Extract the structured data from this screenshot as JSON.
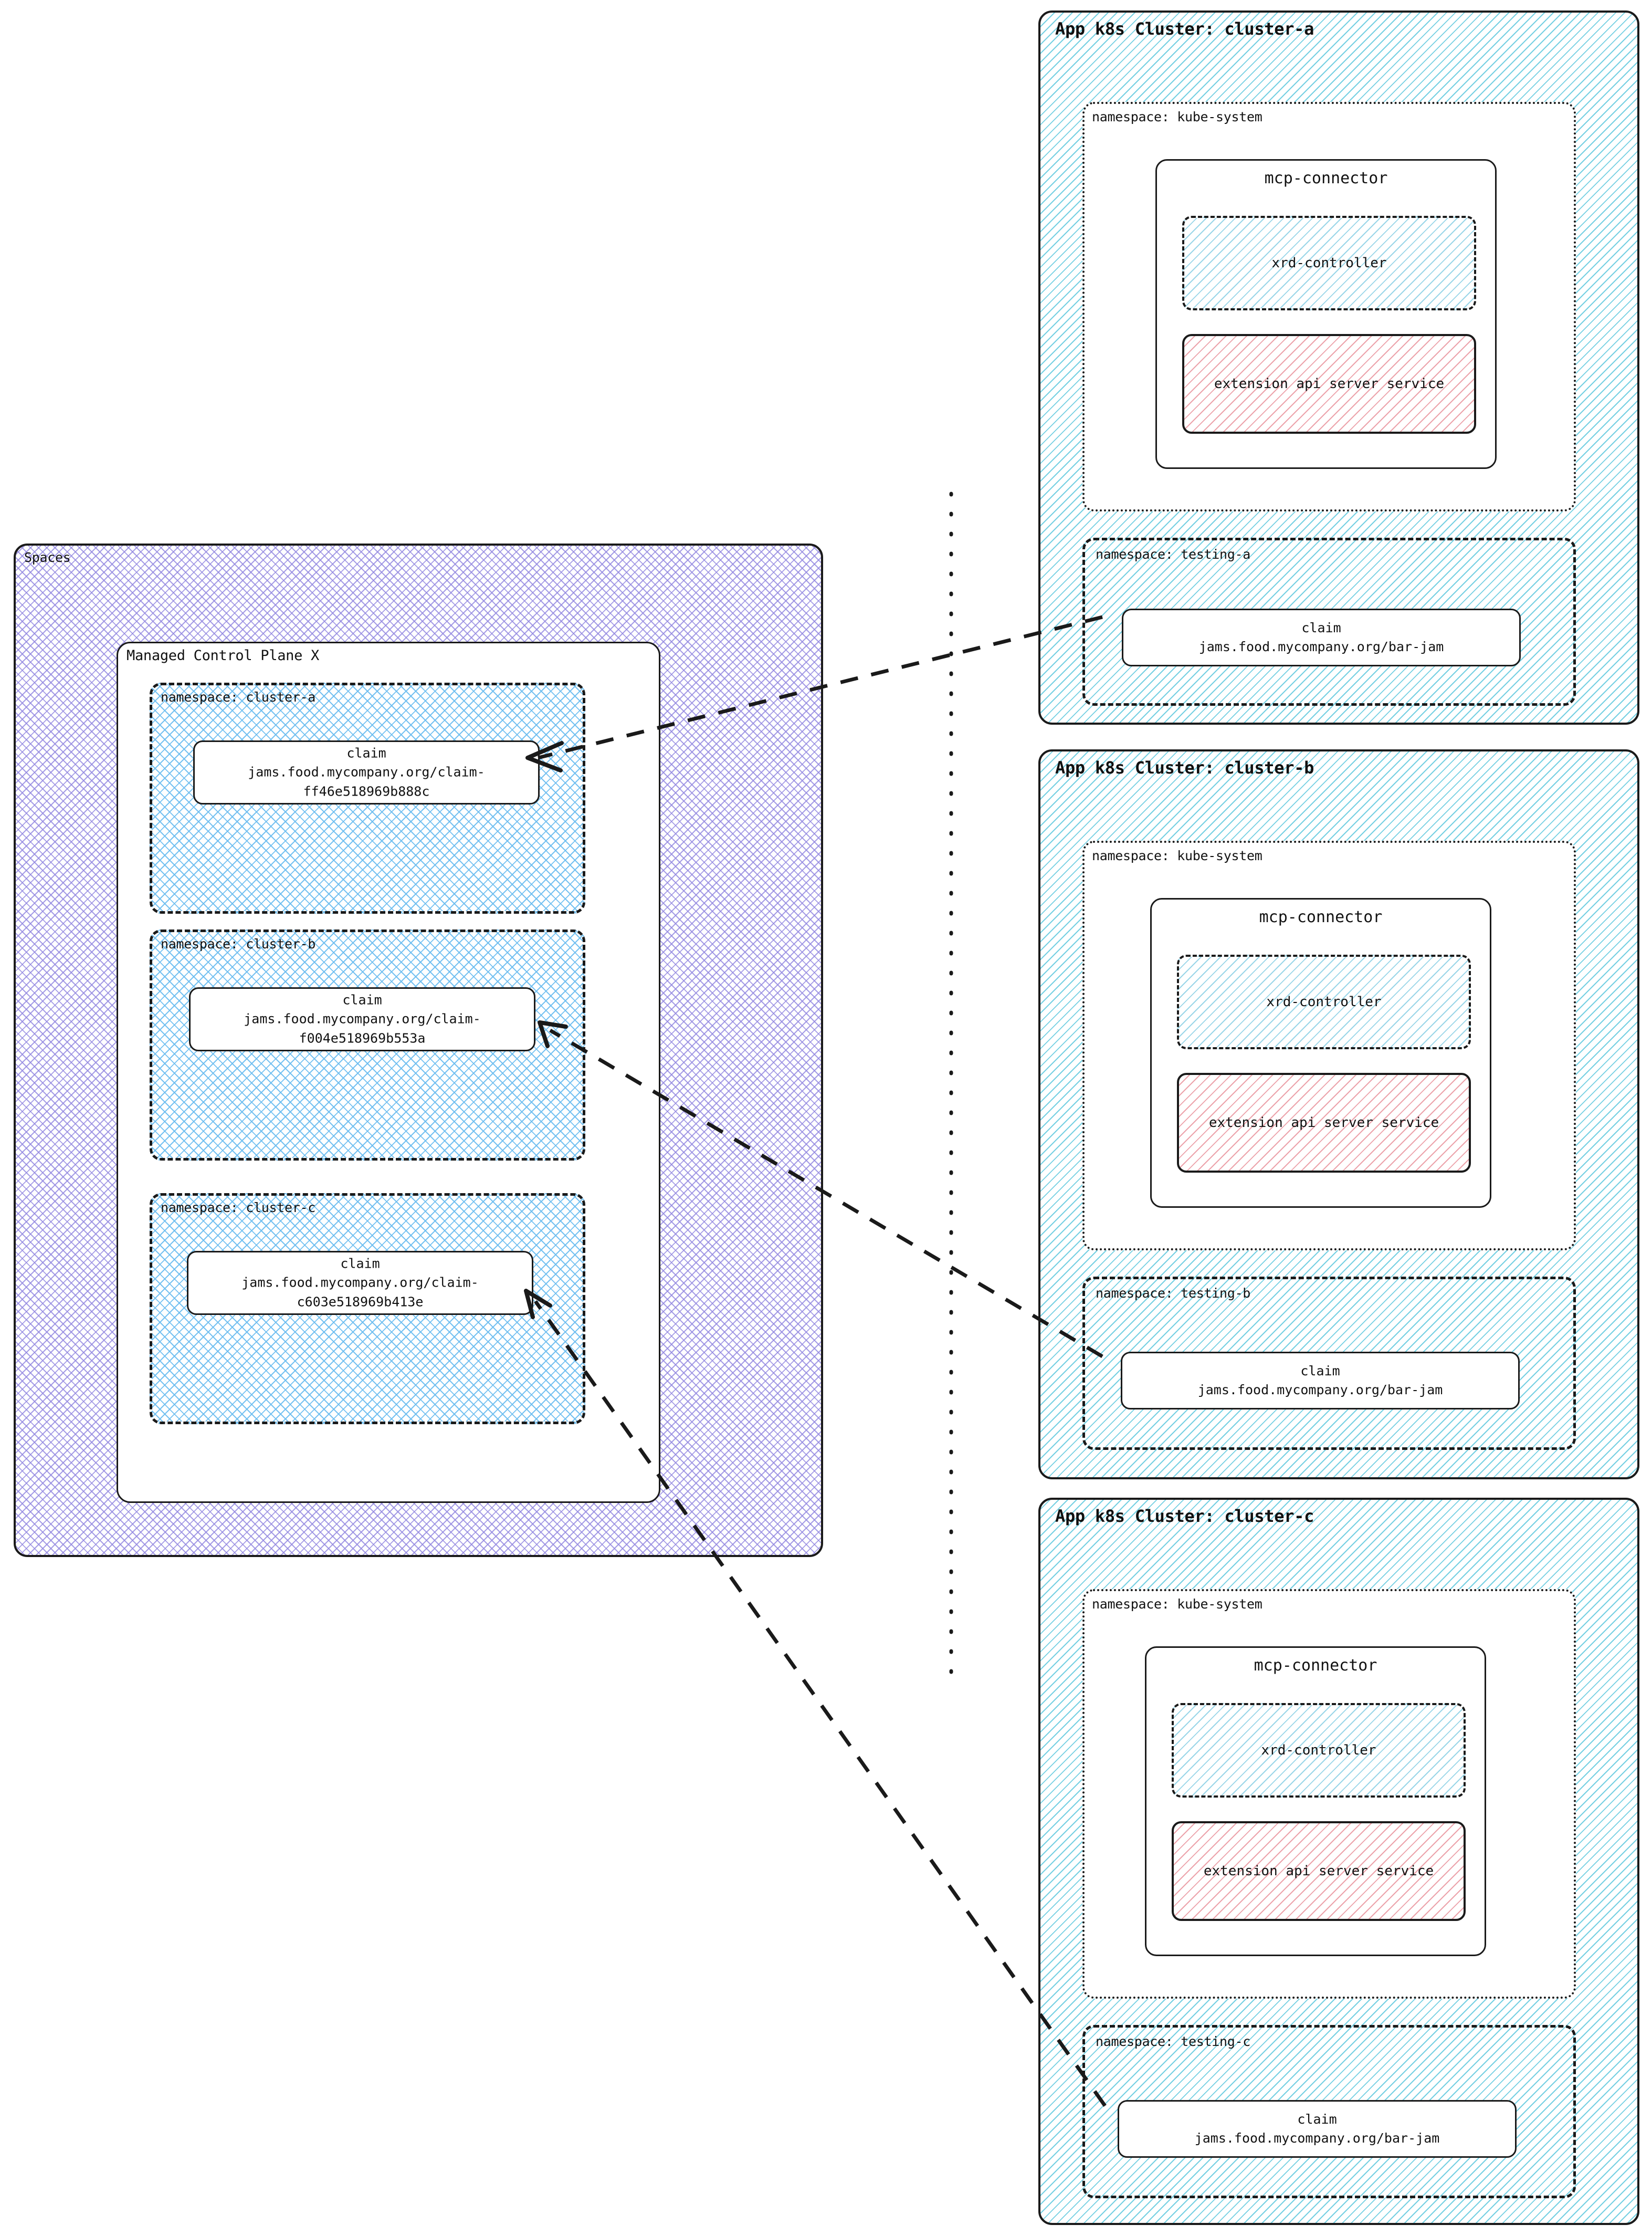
{
  "spaces": {
    "label": "Spaces",
    "control_plane": {
      "label": "Managed Control Plane X",
      "namespaces": [
        {
          "label": "namespace: cluster-a",
          "claim": {
            "kind": "claim",
            "ref": "jams.food.mycompany.org/claim-ff46e518969b888c"
          }
        },
        {
          "label": "namespace: cluster-b",
          "claim": {
            "kind": "claim",
            "ref": "jams.food.mycompany.org/claim-f004e518969b553a"
          }
        },
        {
          "label": "namespace: cluster-c",
          "claim": {
            "kind": "claim",
            "ref": "jams.food.mycompany.org/claim-c603e518969b413e"
          }
        }
      ]
    }
  },
  "clusters": [
    {
      "title": "App k8s Cluster: cluster-a",
      "kube_system": {
        "label": "namespace: kube-system",
        "connector": {
          "title": "mcp-connector",
          "controller": "xrd-controller",
          "api_server": "extension api server service"
        }
      },
      "testing": {
        "label": "namespace: testing-a",
        "claim": {
          "kind": "claim",
          "ref": "jams.food.mycompany.org/bar-jam"
        }
      }
    },
    {
      "title": "App k8s Cluster: cluster-b",
      "kube_system": {
        "label": "namespace: kube-system",
        "connector": {
          "title": "mcp-connector",
          "controller": "xrd-controller",
          "api_server": "extension api server service"
        }
      },
      "testing": {
        "label": "namespace: testing-b",
        "claim": {
          "kind": "claim",
          "ref": "jams.food.mycompany.org/bar-jam"
        }
      }
    },
    {
      "title": "App k8s Cluster: cluster-c",
      "kube_system": {
        "label": "namespace: kube-system",
        "connector": {
          "title": "mcp-connector",
          "controller": "xrd-controller",
          "api_server": "extension api server service"
        }
      },
      "testing": {
        "label": "namespace: testing-c",
        "claim": {
          "kind": "claim",
          "ref": "jams.food.mycompany.org/bar-jam"
        }
      }
    }
  ],
  "colors": {
    "spaces_hatch": "#968ce1",
    "namespace_hatch": "#6ebef0",
    "cluster_hatch": "#6ecde1",
    "api_server_hatch": "#e88c96",
    "stroke": "#1a1a1a"
  },
  "connections": [
    {
      "from": "cluster-a-claim",
      "to": "testing-a-claim"
    },
    {
      "from": "cluster-b-claim",
      "to": "testing-b-claim"
    },
    {
      "from": "cluster-c-claim",
      "to": "testing-c-claim"
    }
  ]
}
